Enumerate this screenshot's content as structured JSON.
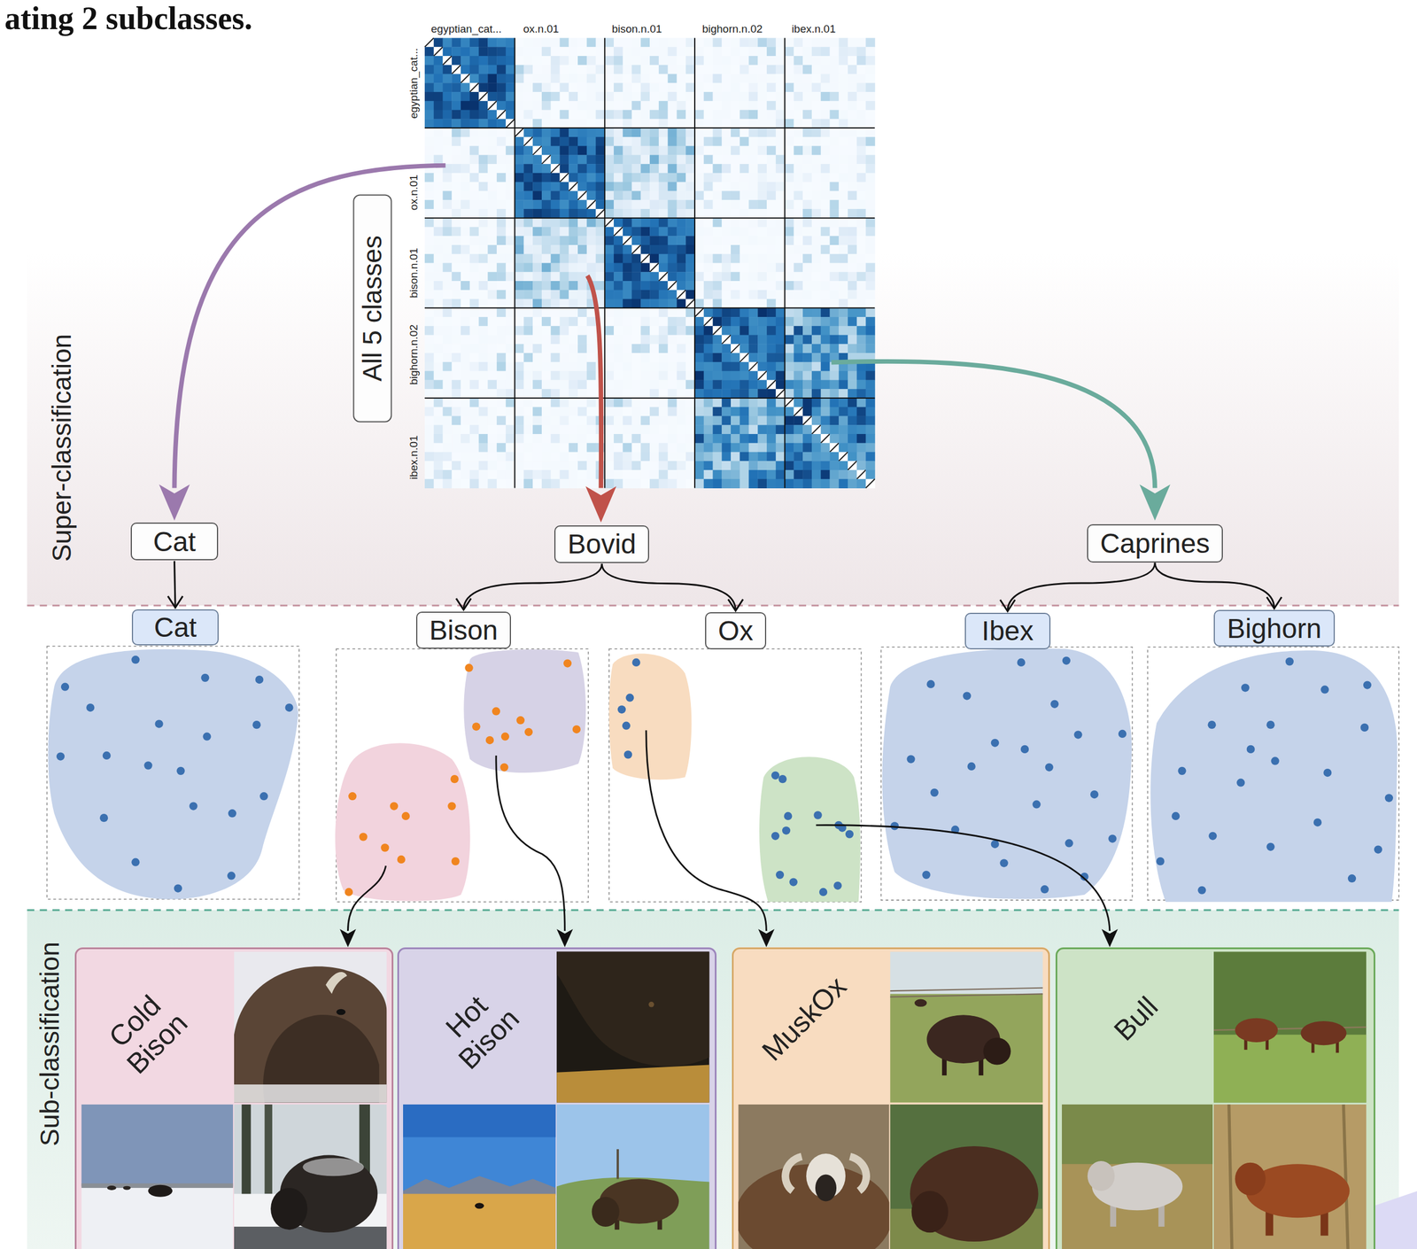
{
  "diagram": {
    "nodes": [
      {
        "text": [
          "All 5 classes"
        ]
      },
      {
        "text": [
          "Cat"
        ]
      },
      {
        "text": [
          "Bovid"
        ]
      },
      {
        "text": [
          "Caprines"
        ]
      },
      {
        "text": [
          "Cat"
        ]
      },
      {
        "text": [
          "Bison"
        ]
      },
      {
        "text": [
          "Ox"
        ]
      },
      {
        "text": [
          "Ibex"
        ]
      },
      {
        "text": [
          "Bighorn"
        ]
      },
      {
        "text": [
          "Cold Bison"
        ]
      },
      {
        "text": [
          "Hot Bison"
        ]
      },
      {
        "text": [
          "MuskOx"
        ]
      },
      {
        "text": [
          "Bull"
        ]
      }
    ],
    "edges": [
      {
        "from": 1,
        "to": 4,
        "arrow": "to"
      },
      {
        "from": 2,
        "to": 5,
        "arrow": "to"
      },
      {
        "from": 2,
        "to": 6,
        "arrow": "to"
      },
      {
        "from": 3,
        "to": 7,
        "arrow": "to"
      },
      {
        "from": 3,
        "to": 8,
        "arrow": "to"
      }
    ],
    "labels": [
      "ating 2 subclasses.",
      "egyptian_cat...",
      "ox.n.01",
      "bison.n.01",
      "bighorn.n.02",
      "ibex.n.01",
      "egyptian_cat...",
      "ox.n.01",
      "bison.n.01",
      "bighorn.n.02",
      "ibex.n.01",
      "Super-classification",
      "Sub-classification"
    ]
  }
}
